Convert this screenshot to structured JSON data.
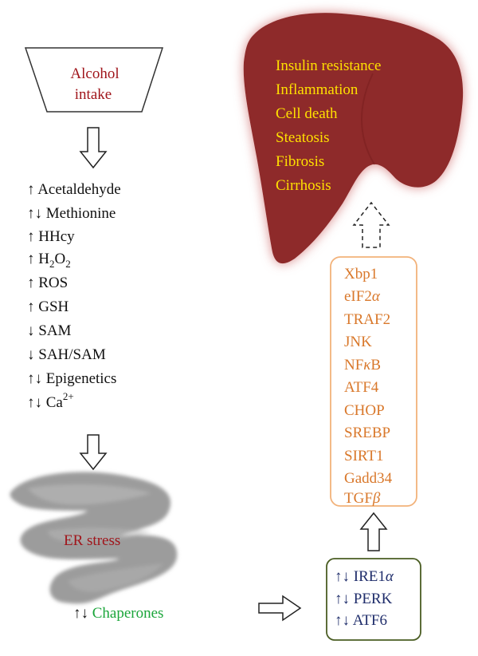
{
  "intake": {
    "line1": "Alcohol",
    "line2": "intake"
  },
  "effects": [
    {
      "arrow": "↑",
      "pre": "Acetaldehyde",
      "sub": "",
      "mid": "",
      "sup": ""
    },
    {
      "arrow": "↑↓",
      "pre": "Methionine",
      "sub": "",
      "mid": "",
      "sup": ""
    },
    {
      "arrow": "↑",
      "pre": "HHcy",
      "sub": "",
      "mid": "",
      "sup": ""
    },
    {
      "arrow": "↑",
      "pre": "H",
      "sub": "2",
      "mid": "O",
      "sup": "",
      "sub2": "2"
    },
    {
      "arrow": "↑",
      "pre": "ROS",
      "sub": "",
      "mid": "",
      "sup": ""
    },
    {
      "arrow": "↑",
      "pre": "GSH",
      "sub": "",
      "mid": "",
      "sup": ""
    },
    {
      "arrow": "↓",
      "pre": "SAM",
      "sub": "",
      "mid": "",
      "sup": ""
    },
    {
      "arrow": "↓",
      "pre": "SAH/SAM",
      "sub": "",
      "mid": "",
      "sup": ""
    },
    {
      "arrow": "↑↓",
      "pre": "Epigenetics",
      "sub": "",
      "mid": "",
      "sup": ""
    },
    {
      "arrow": "↑↓",
      "pre": "Ca",
      "sub": "",
      "mid": "",
      "sup": "2+"
    }
  ],
  "er": {
    "label": "ER stress",
    "chaperones_arrow": "↑↓",
    "chaperones": "Chaperones"
  },
  "sensors": [
    {
      "arrow": "↑↓",
      "label": "IRE1",
      "greek": "α"
    },
    {
      "arrow": "↑↓",
      "label": "PERK",
      "greek": ""
    },
    {
      "arrow": "↑↓",
      "label": "ATF6",
      "greek": ""
    }
  ],
  "targets": [
    {
      "pre": "Xbp1",
      "greek": "",
      "post": ""
    },
    {
      "pre": "eIF2",
      "greek": "α",
      "post": ""
    },
    {
      "pre": "TRAF2",
      "greek": "",
      "post": ""
    },
    {
      "pre": "JNK",
      "greek": "",
      "post": ""
    },
    {
      "pre": "NF",
      "greek": "κ",
      "post": "B"
    },
    {
      "pre": "ATF4",
      "greek": "",
      "post": ""
    },
    {
      "pre": "CHOP",
      "greek": "",
      "post": ""
    },
    {
      "pre": "SREBP",
      "greek": "",
      "post": ""
    },
    {
      "pre": "SIRT1",
      "greek": "",
      "post": ""
    },
    {
      "pre": "Gadd34",
      "greek": "",
      "post": ""
    },
    {
      "pre": "TGF",
      "greek": "β",
      "post": ""
    }
  ],
  "liver_outcomes": [
    "Insulin resistance",
    "Inflammation",
    "Cell death",
    "Steatosis",
    "Fibrosis",
    "Cirrhosis"
  ],
  "colors": {
    "intake_text": "#a0151b",
    "er_text": "#a0151b",
    "chaperones_text": "#1aa53a",
    "sensor_text": "#1f2d6b",
    "sensor_border": "#4a5d23",
    "target_text": "#d9782b",
    "target_border": "#f2b27a",
    "liver_fill": "#8e2a2a",
    "liver_glow": "#d98a8a",
    "outcome_text": "#ffe000",
    "er_fill": "#9c9c9c"
  }
}
